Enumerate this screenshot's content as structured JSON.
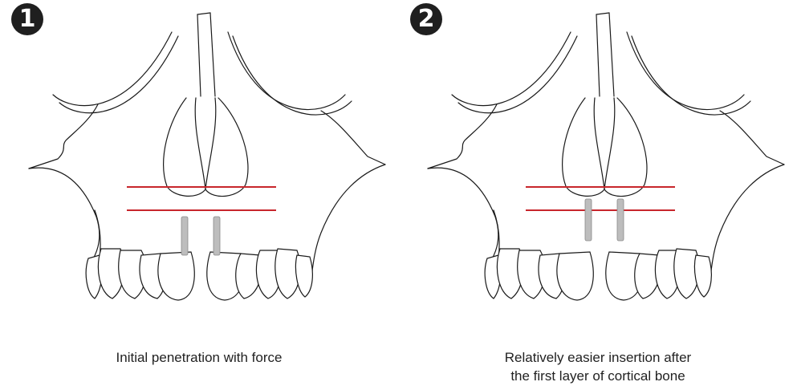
{
  "panels": [
    {
      "number": "1",
      "caption_lines": [
        "Initial penetration with force"
      ]
    },
    {
      "number": "2",
      "caption_lines": [
        "Relatively easier insertion after",
        "the first layer of cortical bone"
      ]
    }
  ],
  "colors": {
    "line_art": "#1a1a1a",
    "cortical_lines": "#c8262c",
    "screw": "#bdbdbd",
    "badge": "#1f1f1f"
  },
  "screw_state": [
    "after first line",
    "past second line"
  ]
}
